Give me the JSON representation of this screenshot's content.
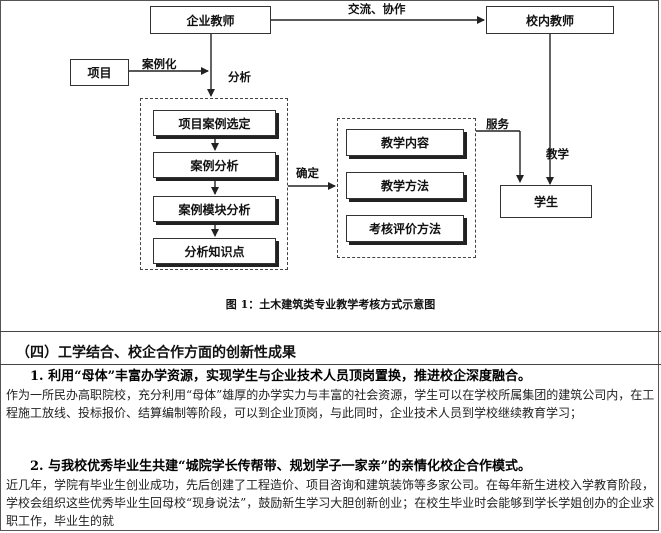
{
  "diagram": {
    "nodes": {
      "enterprise_teacher": "企业教师",
      "school_teacher": "校内教师",
      "project": "项目",
      "case_select": "项目案例选定",
      "case_analysis": "案例分析",
      "case_module": "案例模块分析",
      "knowledge": "分析知识点",
      "content": "教学内容",
      "method": "教学方法",
      "evaluation": "考核评价方法",
      "student": "学生"
    },
    "edge_labels": {
      "exchange": "交流、协作",
      "case_based": "案例化",
      "analyze": "分析",
      "determine": "确定",
      "service": "服务",
      "teaching": "教学"
    }
  },
  "caption": "图 1：土木建筑类专业教学考核方式示意图",
  "section": {
    "title": "（四）工学结合、校企合作方面的创新性成果",
    "paragraphs": [
      {
        "lead": "1. 利用“母体”丰富办学资源，实现学生与企业技术人员顶岗置换，推进校企深度融合。",
        "body": "作为一所民办高职院校，充分利用“母体”雄厚的办学实力与丰富的社会资源，学生可以在学校所属集团的建筑公司内，在工程施工放线、投标报价、结算编制等阶段，可以到企业顶岗，与此同时，企业技术人员到学校继续教育学习；"
      },
      {
        "lead": "2. 与我校优秀毕业生共建“城院学长传帮带、规划学子一家亲”的亲情化校企合作模式。",
        "body": "近几年，学院有毕业生创业成功，先后创建了工程造价、项目咨询和建筑装饰等多家公司。在每年新生进校入学教育阶段，学校会组织这些优秀毕业生回母校“现身说法”，鼓励新生学习大胆创新创业；在校生毕业时会能够到学长学姐创办的企业求职工作，毕业生的就"
      }
    ]
  }
}
